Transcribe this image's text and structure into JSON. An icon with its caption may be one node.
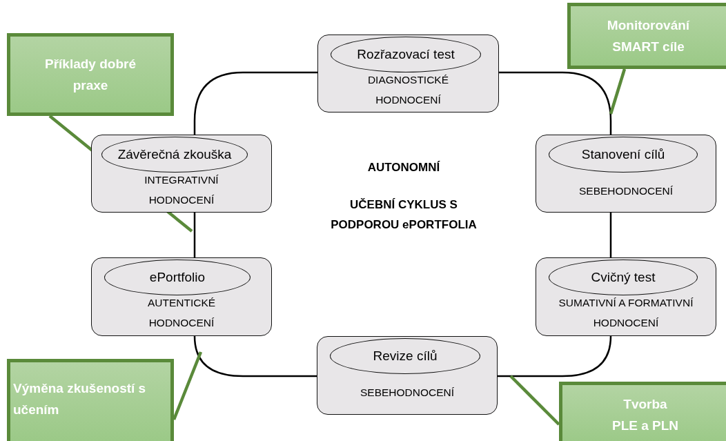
{
  "diagram": {
    "nodes": [
      {
        "text": [
          "Příklady dobré praxe"
        ]
      },
      {
        "text": [
          "DIAGNOSTICKÉ HODNOCENÍ"
        ]
      },
      {
        "text": [
          "Rozřazovací test"
        ],
        "in": 1
      },
      {
        "text": [
          "Monitorování SMART cíle"
        ]
      },
      {
        "text": [
          "INTEGRATIVNÍ HODNOCENÍ"
        ]
      },
      {
        "text": [
          "Závěrečná zkouška"
        ],
        "in": 4
      },
      {
        "text": [
          "SEBEHODNOCENÍ"
        ]
      },
      {
        "text": [
          "Stanovení cílů"
        ],
        "in": 6
      },
      {
        "text": [
          "AUTENTICKÉ HODNOCENÍ"
        ]
      },
      {
        "text": [
          "ePortfolio"
        ],
        "in": 8
      },
      {
        "text": [
          "SUMATIVNÍ A FORMATIVNÍ HODNOCENÍ"
        ]
      },
      {
        "text": [
          "Cvičný test"
        ],
        "in": 10
      },
      {
        "text": [
          "Výměna zkušeností s učením"
        ]
      },
      {
        "text": [
          "SEBEHODNOCENÍ"
        ]
      },
      {
        "text": [
          "Revize cílů"
        ],
        "in": 13
      },
      {
        "text": [
          "Tvorba PLE a PLN"
        ]
      }
    ],
    "edges": [
      {
        "from": 1,
        "to": 6,
        "arrow": "none"
      },
      {
        "from": 6,
        "to": 10,
        "arrow": "none"
      },
      {
        "from": 10,
        "to": 13,
        "arrow": "none"
      },
      {
        "from": 13,
        "to": 8,
        "arrow": "none"
      },
      {
        "from": 8,
        "to": 4,
        "arrow": "none"
      },
      {
        "from": 4,
        "to": 1,
        "arrow": "none"
      },
      {
        "from": 0,
        "to": null,
        "arrow": "none",
        "style": "thick",
        "color": "#5a8a3a"
      },
      {
        "from": 3,
        "to": null,
        "arrow": "none",
        "style": "thick",
        "color": "#5a8a3a"
      },
      {
        "from": 12,
        "to": null,
        "arrow": "none",
        "style": "thick",
        "color": "#5a8a3a"
      },
      {
        "from": 15,
        "to": null,
        "arrow": "none",
        "style": "thick",
        "color": "#5a8a3a"
      }
    ],
    "labels": [
      "AUTONOMNÍ",
      "UČEBNÍ CYKLUS S PODPOROU ePORTFOLIA"
    ]
  }
}
